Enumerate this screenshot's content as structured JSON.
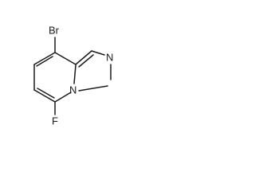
{
  "molecule": {
    "atoms": {
      "bromine": "Br",
      "nitrogen_imine": "N",
      "nitrogen_bridgehead": "N",
      "fluorine": "F"
    }
  }
}
